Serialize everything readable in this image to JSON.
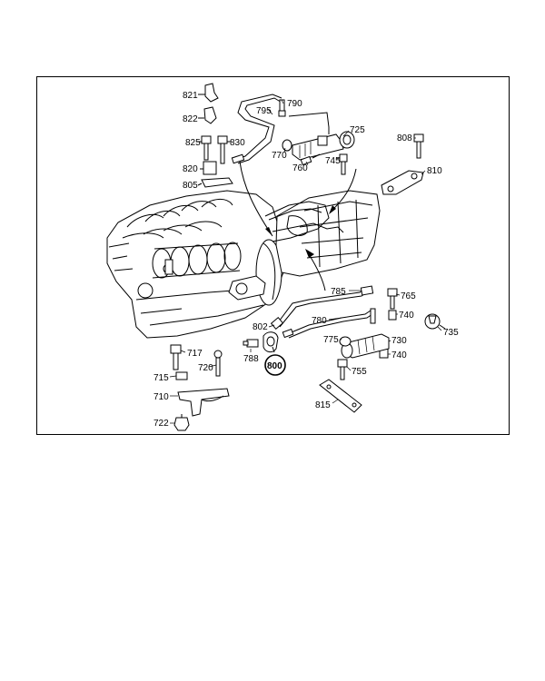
{
  "labels": {
    "l821": "821",
    "l822": "822",
    "l825": "825",
    "l830": "830",
    "l820": "820",
    "l805": "805",
    "l795": "795",
    "l790": "790",
    "l725": "725",
    "l770": "770",
    "l760": "760",
    "l745": "745",
    "l808": "808",
    "l810": "810",
    "l785": "785",
    "l765": "765",
    "l740a": "740",
    "l780": "780",
    "l802": "802",
    "l735": "735",
    "l775": "775",
    "l730": "730",
    "l740b": "740",
    "l788": "788",
    "l800": "800",
    "l755": "755",
    "l717": "717",
    "l720": "720",
    "l715": "715",
    "l710": "710",
    "l815": "815",
    "l722": "722"
  }
}
